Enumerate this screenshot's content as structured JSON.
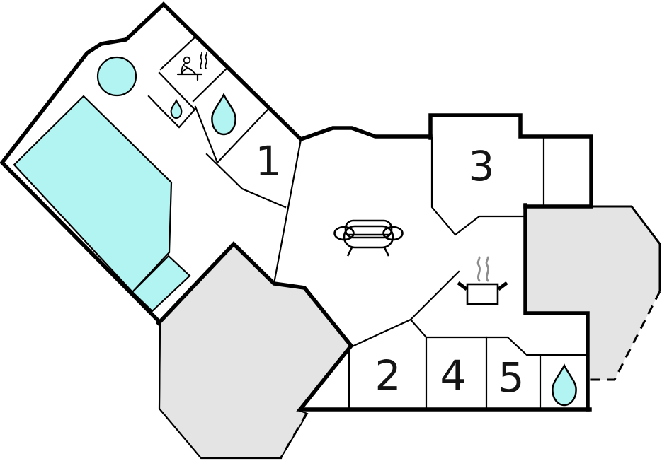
{
  "plan": {
    "title": "holiday-home-floor-plan",
    "rooms": [
      {
        "id": "room-1",
        "label": "1"
      },
      {
        "id": "room-2",
        "label": "2"
      },
      {
        "id": "room-3",
        "label": "3"
      },
      {
        "id": "room-4",
        "label": "4"
      },
      {
        "id": "room-5",
        "label": "5"
      }
    ],
    "features": {
      "pool": "swimming-pool",
      "whirlpool": "whirlpool-tub",
      "sauna": "sauna-icon",
      "shower_small": "water-drop-icon-small",
      "bathroom_top": "water-drop-icon-large",
      "bathroom_bottom": "water-drop-icon-large",
      "living": "sofa-icon",
      "kitchen": "cooking-pot-icon",
      "terrace_left": "terrace-area",
      "terrace_right": "terrace-area",
      "open_boundary": "dashed-line"
    },
    "colors": {
      "wall": "#000000",
      "water_fill": "#b2f4f2",
      "terrace_fill": "#e4e4e4",
      "steam": "#8d8d8d",
      "background": "#ffffff"
    }
  }
}
